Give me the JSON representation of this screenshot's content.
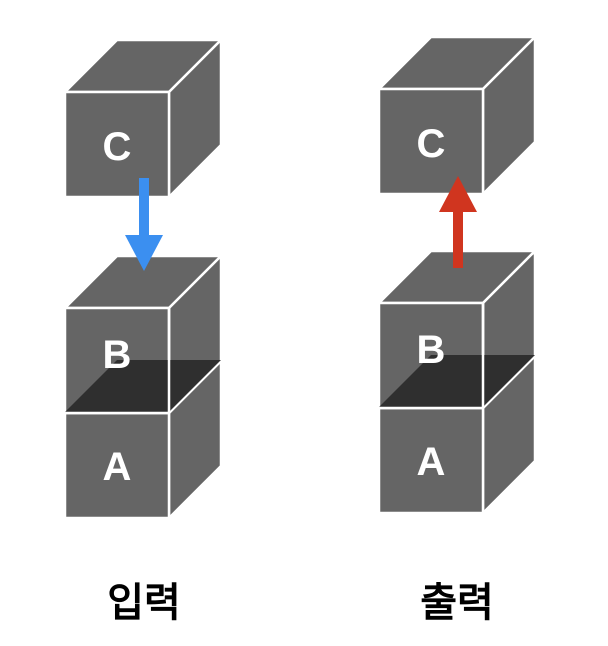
{
  "stacks": [
    {
      "caption": "입력",
      "arrow_color": "#3b8ff0",
      "arrow_direction": "down",
      "blocks": {
        "top": "C",
        "middle": "B",
        "bottom": "A"
      }
    },
    {
      "caption": "출력",
      "arrow_color": "#d0351f",
      "arrow_direction": "up",
      "blocks": {
        "top": "C",
        "middle": "B",
        "bottom": "A"
      }
    }
  ],
  "colors": {
    "block_fill": "#656565",
    "block_edge": "#ffffff",
    "shadow": "#2a2a2a",
    "text": "#ffffff"
  }
}
